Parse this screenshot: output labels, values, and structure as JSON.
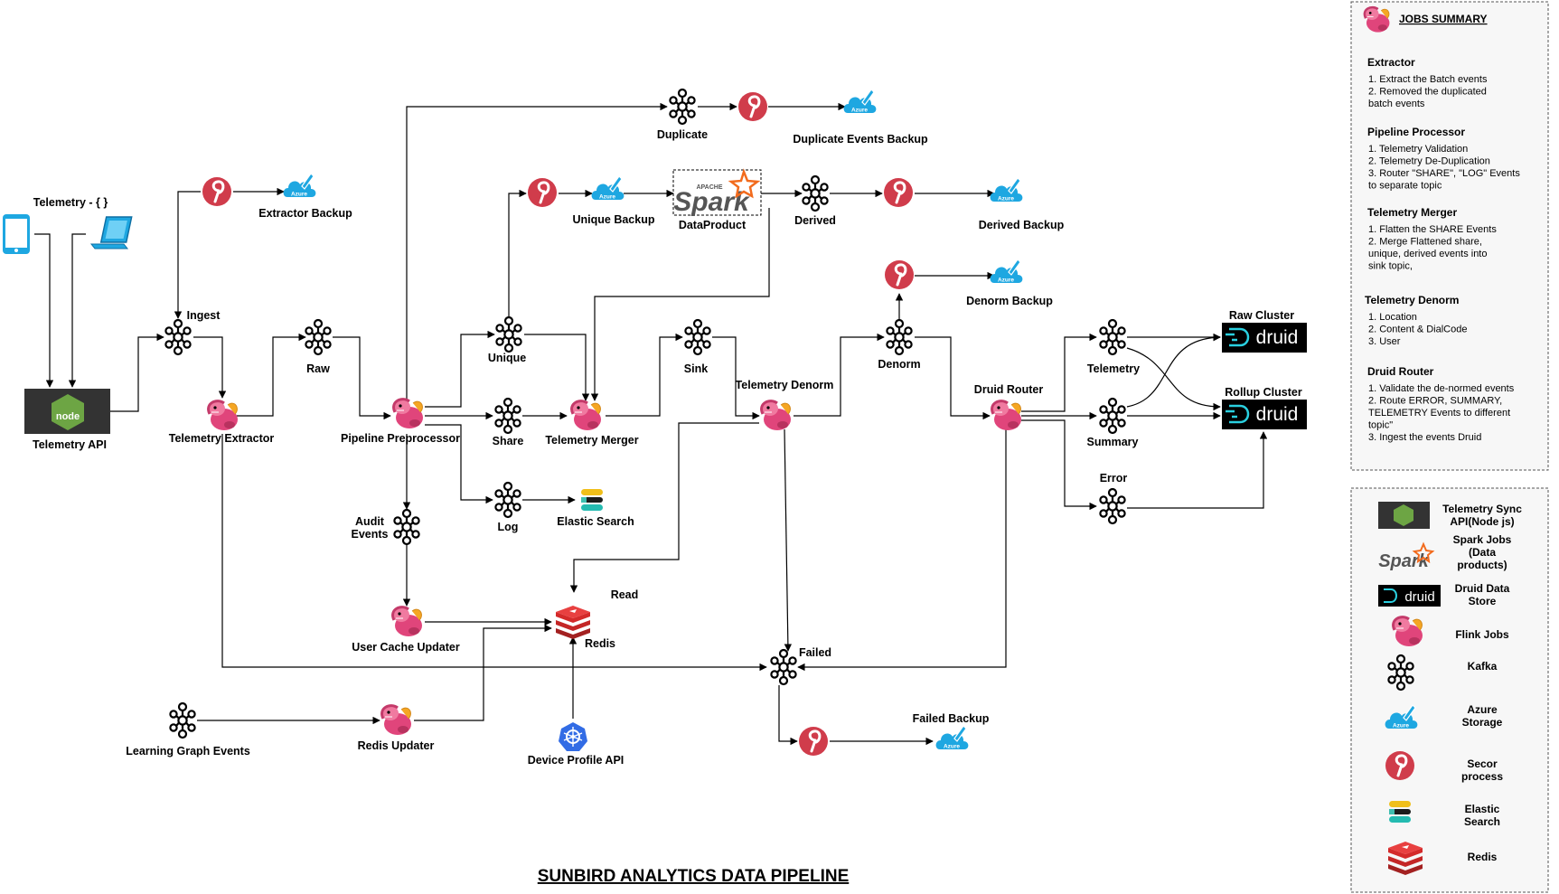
{
  "title": "SUNBIRD ANALYTICS DATA PIPELINE",
  "colors": {
    "kafka": "#000000",
    "secor": "#d03c4b",
    "azure": "#1ea7e1",
    "flink": "#e0457b",
    "redis": "#d42a2a",
    "node": "#6da544",
    "druid_bg": "#000000",
    "druid_text": "#2ad0e0",
    "spark": "#f26b1d",
    "edge": "#000000"
  },
  "nodes": {
    "telemetry_source": "Telemetry - { }",
    "telemetry_api": "Telemetry API",
    "ingest": "Ingest",
    "extractor_backup": "Extractor Backup",
    "telemetry_extractor": "Telemetry Extractor",
    "raw": "Raw",
    "pipeline_preprocessor": "Pipeline Preprocessor",
    "duplicate": "Duplicate",
    "duplicate_backup": "Duplicate Events Backup",
    "unique_backup": "Unique Backup",
    "dataproduct": "DataProduct",
    "derived": "Derived",
    "derived_backup": "Derived Backup",
    "unique": "Unique",
    "share": "Share",
    "log": "Log",
    "elastic_search": "Elastic Search",
    "telemetry_merger": "Telemetry Merger",
    "sink": "Sink",
    "telemetry_denorm": "Telemetry Denorm",
    "denorm": "Denorm",
    "denorm_backup": "Denorm Backup",
    "druid_router": "Druid Router",
    "telemetry_topic": "Telemetry",
    "summary_topic": "Summary",
    "error_topic": "Error",
    "raw_cluster": "Raw Cluster",
    "rollup_cluster": "Rollup Cluster",
    "audit_events": [
      "Audit",
      "Events"
    ],
    "user_cache_updater": "User Cache Updater",
    "read": "Read",
    "redis": "Redis",
    "failed": "Failed",
    "failed_backup": "Failed Backup",
    "learning_graph_events": "Learning Graph Events",
    "redis_updater": "Redis Updater",
    "device_profile_api": "Device Profile API",
    "druid_logo": "druid",
    "spark_logo": "Spark",
    "spark_apache": "APACHE",
    "node_logo": "node",
    "azure_logo": "Azure"
  },
  "jobs_summary": {
    "heading": "JOBS SUMMARY",
    "sections": [
      {
        "title": "Extractor",
        "lines": [
          "1. Extract the Batch events",
          "2. Removed the duplicated",
          "batch events"
        ]
      },
      {
        "title": "Pipeline Processor",
        "lines": [
          "1. Telemetry Validation",
          "2. Telemetry De-Duplication",
          "3. Router \"SHARE\", \"LOG\" Events",
          "to separate topic"
        ]
      },
      {
        "title": "Telemetry Merger",
        "lines": [
          "1. Flatten the SHARE Events",
          "2. Merge Flattened share,",
          "unique, derived events into",
          "sink topic,"
        ]
      },
      {
        "title": "Telemetry Denorm",
        "lines": [
          "1. Location",
          "2. Content & DialCode",
          "3. User"
        ]
      },
      {
        "title": "Druid Router",
        "lines": [
          "1. Validate the de-normed events",
          "2. Route ERROR, SUMMARY,",
          "TELEMETRY Events to different",
          "topic\"",
          "3. Ingest the events Druid"
        ]
      }
    ]
  },
  "legend": [
    {
      "icon": "node-js-icon",
      "label": [
        "Telemetry Sync",
        "API(Node js)"
      ]
    },
    {
      "icon": "spark-icon",
      "label": [
        "Spark Jobs",
        "(Data",
        "products)"
      ]
    },
    {
      "icon": "druid-icon",
      "label": [
        "Druid Data",
        "Store"
      ]
    },
    {
      "icon": "flink-icon",
      "label": [
        "Flink Jobs"
      ]
    },
    {
      "icon": "kafka-icon",
      "label": [
        "Kafka"
      ]
    },
    {
      "icon": "azure-storage-icon",
      "label": [
        "Azure",
        "Storage"
      ]
    },
    {
      "icon": "secor-icon",
      "label": [
        "Secor",
        "process"
      ]
    },
    {
      "icon": "elastic-search-icon",
      "label": [
        "Elastic",
        "Search"
      ]
    },
    {
      "icon": "redis-icon",
      "label": [
        "Redis"
      ]
    }
  ]
}
